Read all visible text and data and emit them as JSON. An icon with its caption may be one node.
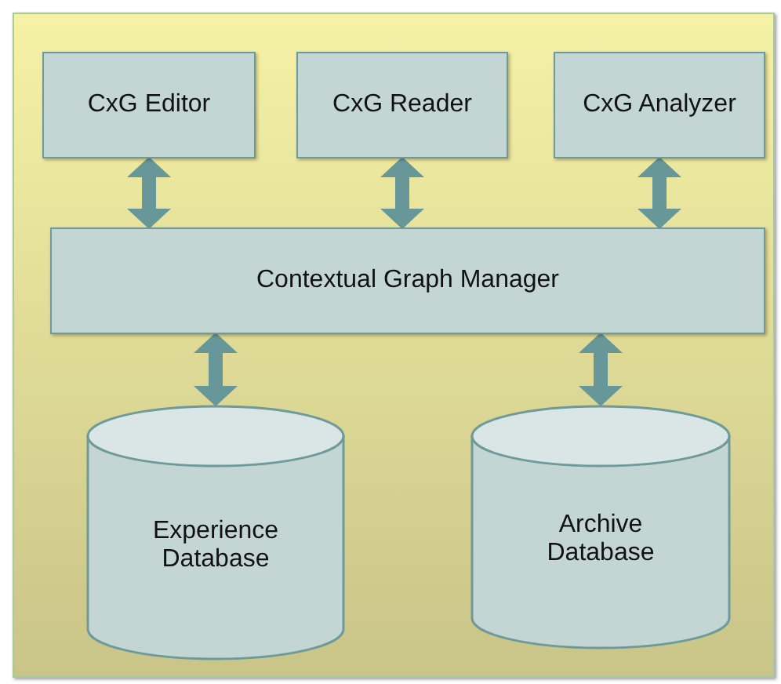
{
  "diagram": {
    "nodes": [
      {
        "text": [
          "CxG Editor"
        ]
      },
      {
        "text": [
          "CxG Reader"
        ]
      },
      {
        "text": [
          "CxG Analyzer"
        ]
      },
      {
        "text": [
          "Contextual Graph Manager"
        ]
      },
      {
        "text": [
          "Experience Database"
        ]
      },
      {
        "text": [
          "Archive Database"
        ]
      }
    ],
    "edges": [
      {
        "from": 0,
        "to": 3,
        "arrow": "both"
      },
      {
        "from": 1,
        "to": 3,
        "arrow": "both"
      },
      {
        "from": 2,
        "to": 3,
        "arrow": "both"
      },
      {
        "from": 3,
        "to": 4,
        "arrow": "both"
      },
      {
        "from": 3,
        "to": 5,
        "arrow": "both"
      }
    ]
  }
}
